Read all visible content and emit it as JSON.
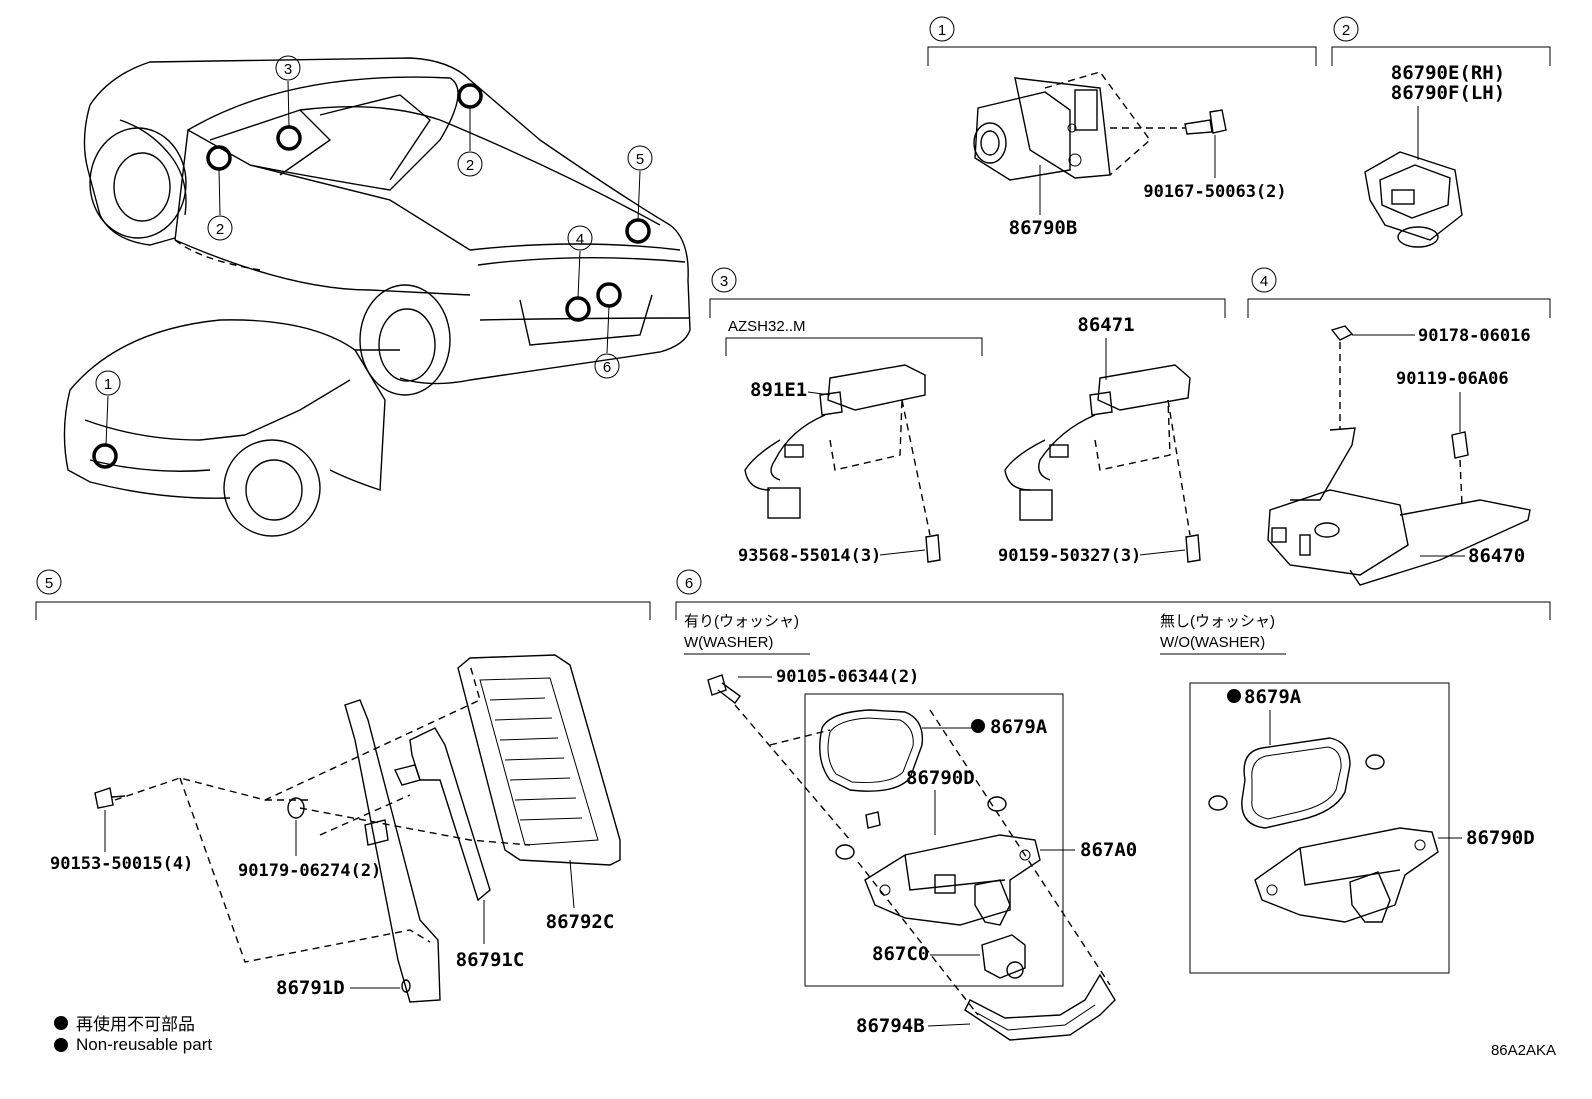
{
  "sections": {
    "s1": {
      "num": "1",
      "parts": {
        "camera": "86790B",
        "bolt": "90167-50063(2)"
      }
    },
    "s2": {
      "num": "2",
      "parts": {
        "rh": "86790E(RH)",
        "lh": "86790F(LH)"
      }
    },
    "s3": {
      "num": "3",
      "sub_label": "AZSH32..M",
      "parts": {
        "a": "891E1",
        "b": "86471",
        "screw_a": "93568-55014(3)",
        "screw_b": "90159-50327(3)"
      }
    },
    "s4": {
      "num": "4",
      "parts": {
        "nut": "90178-06016",
        "bolt": "90119-06A06",
        "unit": "86470"
      }
    },
    "s5": {
      "num": "5",
      "parts": {
        "screw": "90153-50015(4)",
        "nut": "90179-06274(2)",
        "ecu": "86792C",
        "bracket_c": "86791C",
        "bracket_d": "86791D"
      }
    },
    "s6": {
      "num": "6",
      "w_label_jp": "有り(ウォッシャ)",
      "w_label_en": "W(WASHER)",
      "wo_label_jp": "無し(ウォッシャ)",
      "wo_label_en": "W/O(WASHER)",
      "parts": {
        "bolt": "90105-06344(2)",
        "gasket": "8679A",
        "cam_d": "86790D",
        "assy": "867A0",
        "cam_c": "867C0",
        "cover": "86794B",
        "gasket_wo": "8679A",
        "cam_d_wo": "86790D"
      }
    }
  },
  "car_callouts": [
    "1",
    "2",
    "2",
    "3",
    "4",
    "5",
    "6"
  ],
  "legend": {
    "jp": "再使用不可部品",
    "en": "Non-reusable part"
  },
  "diagram_code": "86A2AKA"
}
